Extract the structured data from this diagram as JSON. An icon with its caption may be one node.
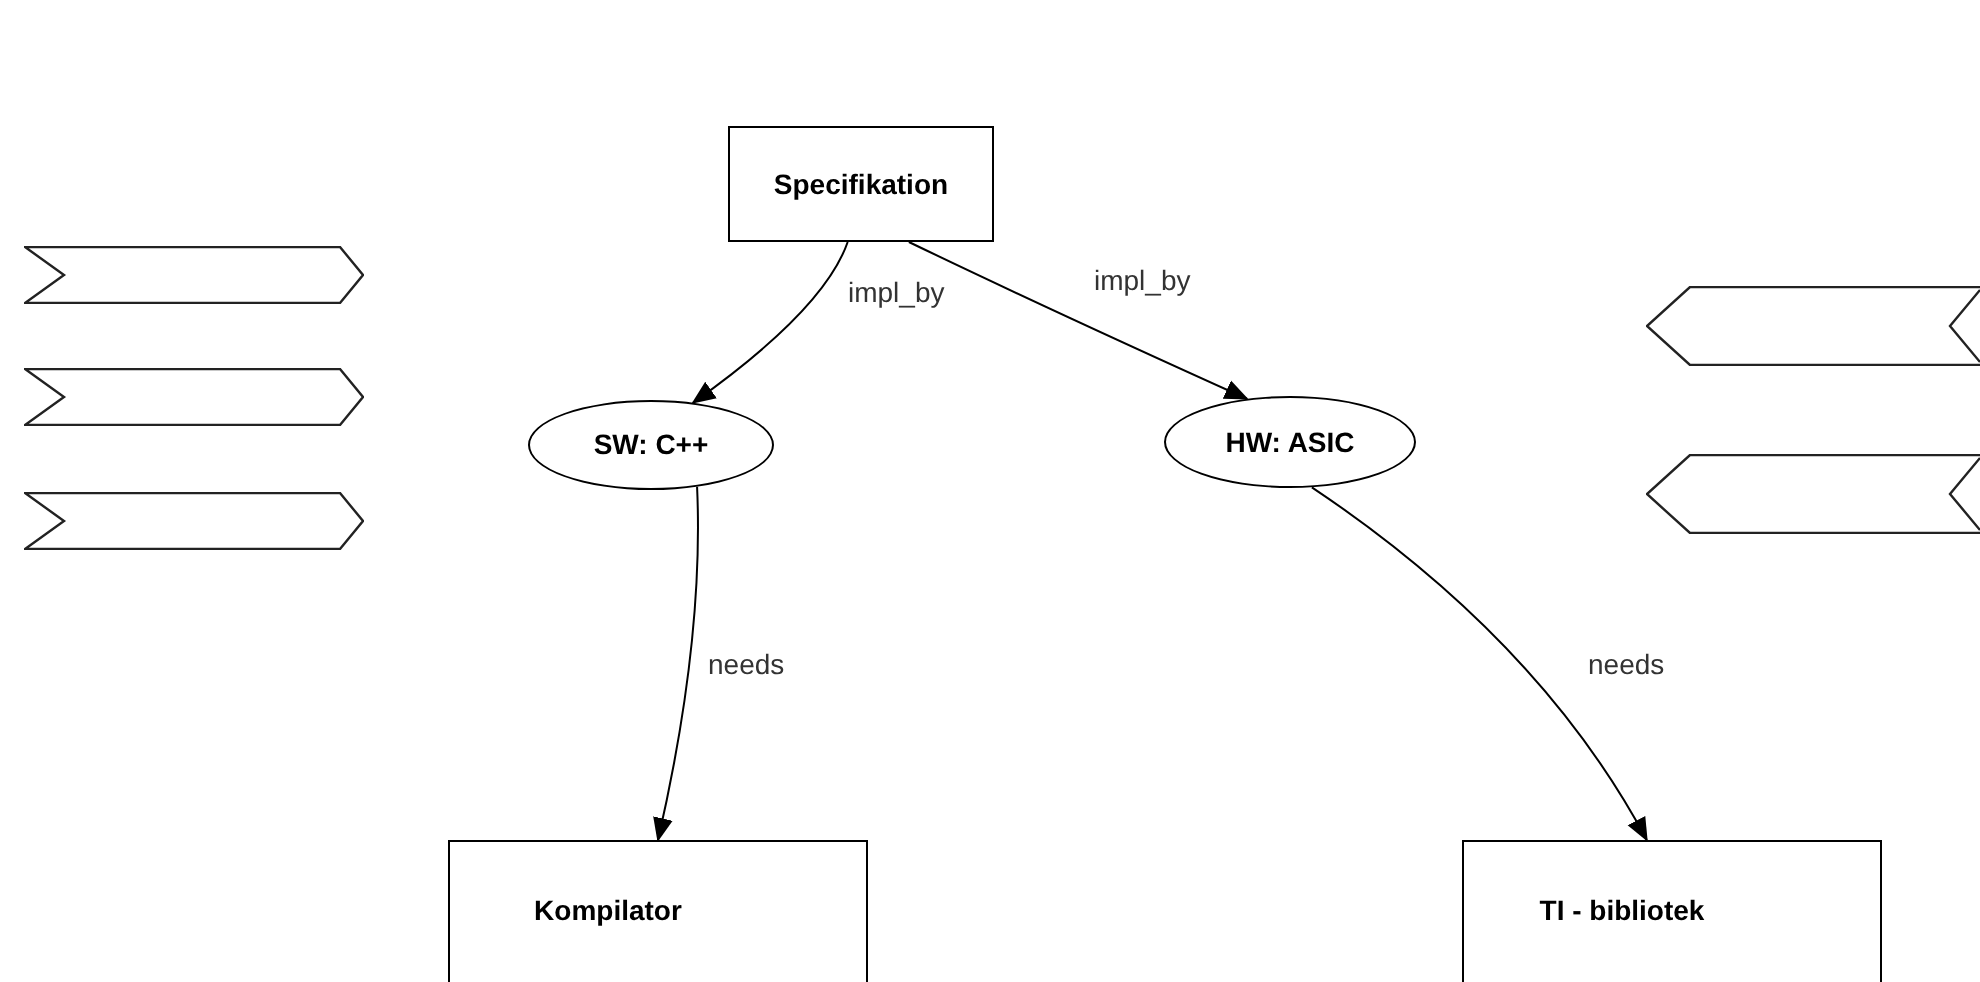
{
  "diagram": {
    "nodes": [
      {
        "text": [
          "Specifikation"
        ]
      },
      {
        "text": [
          "SW: C++"
        ]
      },
      {
        "text": [
          "HW: ASIC"
        ]
      },
      {
        "text": [
          "Kompilator"
        ]
      },
      {
        "text": [
          "TI - bibliotek"
        ]
      },
      {
        "text": [],
        "shape": "chevron"
      },
      {
        "text": [],
        "shape": "chevron"
      },
      {
        "text": [],
        "shape": "chevron"
      },
      {
        "text": [],
        "shape": "chevron"
      },
      {
        "text": [],
        "shape": "chevron"
      }
    ],
    "edges": [
      {
        "from": 0,
        "to": 1,
        "arrow": "to",
        "label": "impl_by"
      },
      {
        "from": 0,
        "to": 2,
        "arrow": "to",
        "label": "impl_by"
      },
      {
        "from": 1,
        "to": 3,
        "arrow": "to",
        "label": "needs"
      },
      {
        "from": 2,
        "to": 4,
        "arrow": "to",
        "label": "needs"
      }
    ]
  }
}
